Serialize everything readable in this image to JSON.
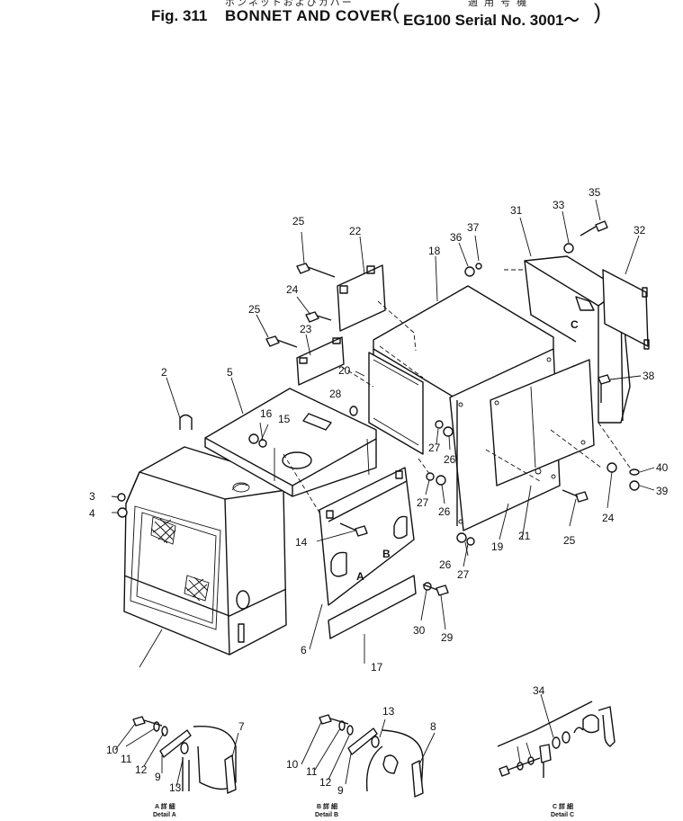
{
  "title": {
    "jp_line": "ボンネットおよびカバー",
    "jp_applic": "適 用 号 機",
    "fig": "Fig. 311",
    "name": "BONNET AND COVER",
    "serial": "EG100 Serial No. 3001～"
  },
  "callouts": [
    "2",
    "3",
    "4",
    "5",
    "6",
    "14",
    "15",
    "16",
    "17",
    "18",
    "19",
    "20",
    "21",
    "22",
    "23",
    "24",
    "24",
    "25",
    "25",
    "25",
    "26",
    "26",
    "26",
    "27",
    "27",
    "27",
    "28",
    "29",
    "30",
    "31",
    "32",
    "33",
    "35",
    "36",
    "37",
    "38",
    "39",
    "40",
    "10",
    "11",
    "12",
    "9",
    "13",
    "7",
    "10",
    "11",
    "12",
    "9",
    "13",
    "8",
    "34"
  ],
  "details": {
    "a_jp": "A 詳 細",
    "a_en": "Detail A",
    "b_jp": "B 詳 細",
    "b_en": "Detail B",
    "c_jp": "C 詳 細",
    "c_en": "Detail C"
  },
  "view_marks": {
    "a": "A",
    "b": "B",
    "c": "C"
  }
}
